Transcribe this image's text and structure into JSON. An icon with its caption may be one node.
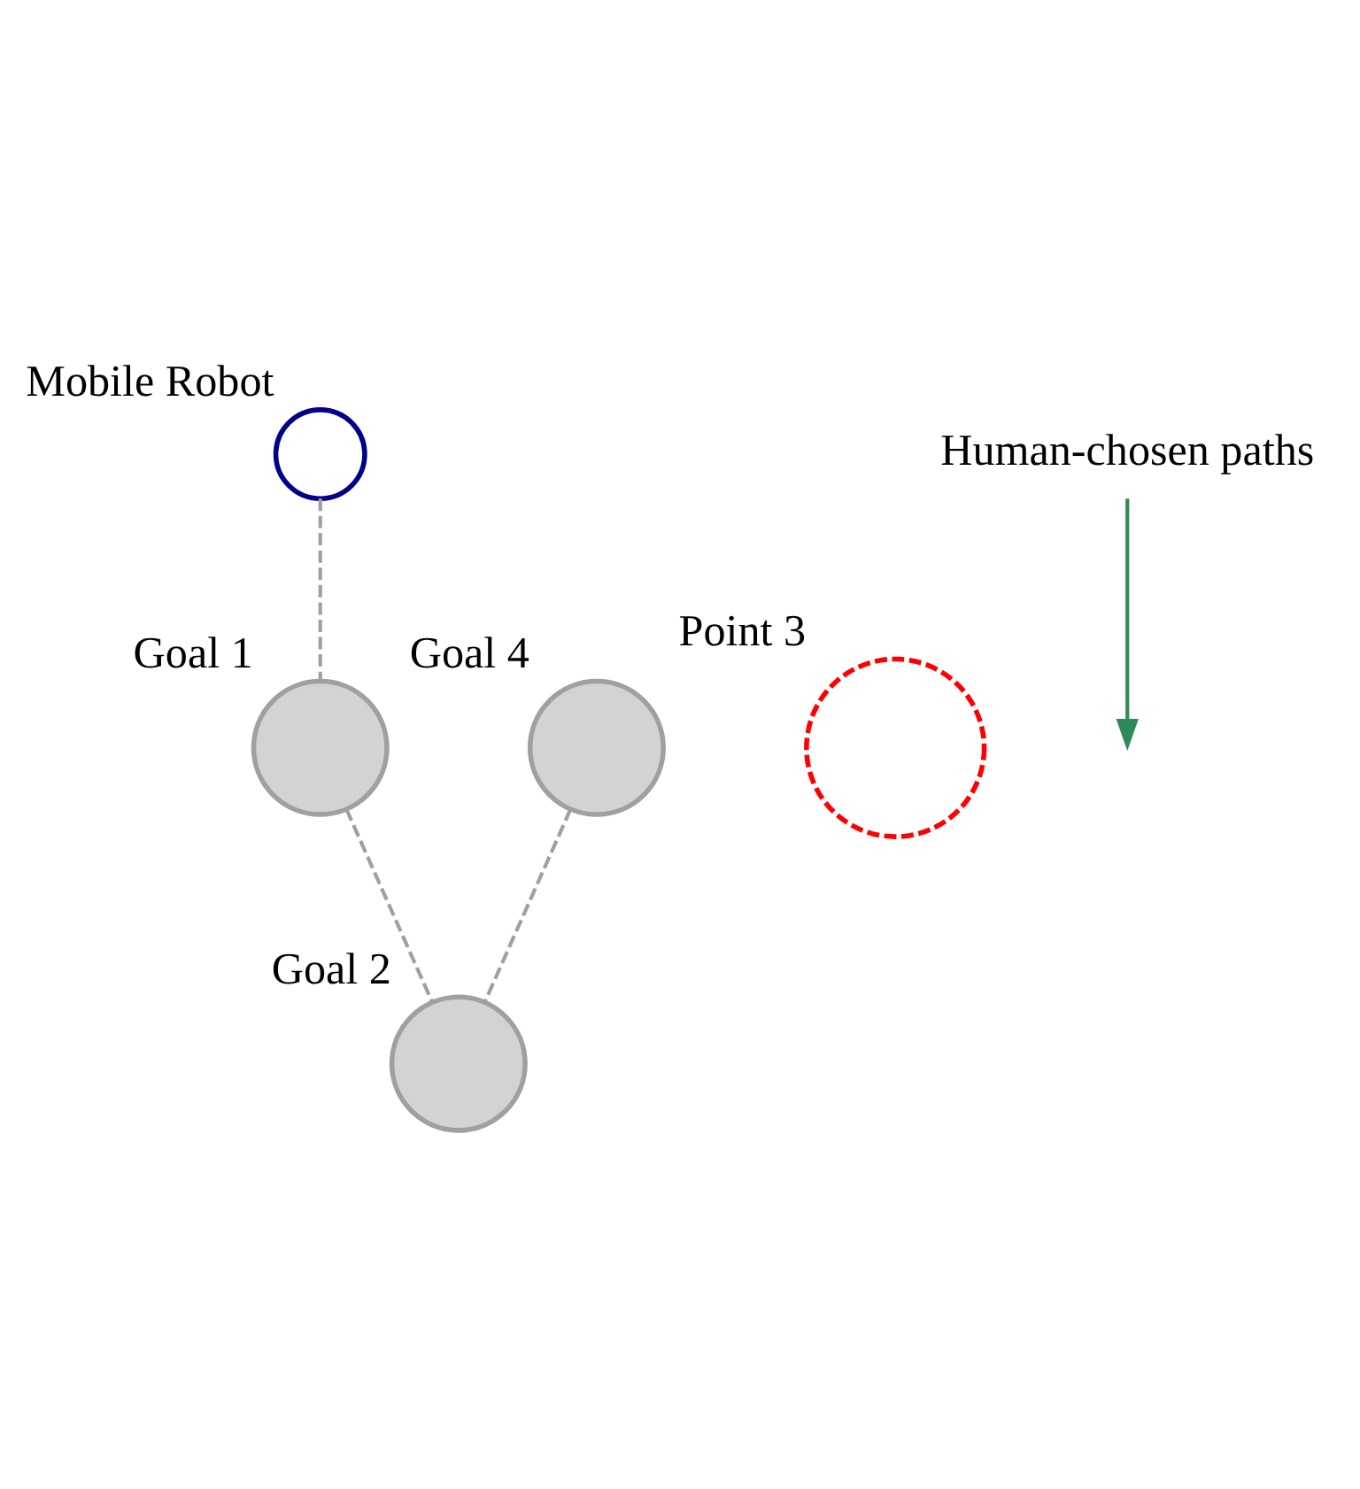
{
  "diagram": {
    "nodes": [
      {
        "text": [
          "Mobile Robot"
        ]
      },
      {
        "text": [
          "Goal 1"
        ]
      },
      {
        "text": [
          "Goal 4"
        ]
      },
      {
        "text": [
          "Point 3"
        ]
      },
      {
        "text": [
          "Goal 2"
        ]
      },
      {
        "text": [
          "Human-chosen paths"
        ]
      }
    ],
    "edges": [
      {
        "from": 0,
        "to": 1,
        "arrow": "none",
        "style": "dashed"
      },
      {
        "from": 1,
        "to": 4,
        "arrow": "none",
        "style": "dashed"
      },
      {
        "from": 2,
        "to": 4,
        "arrow": "none",
        "style": "dashed"
      },
      {
        "from": 5,
        "to": null,
        "arrow": "to",
        "color": "#2e8b57"
      }
    ]
  }
}
